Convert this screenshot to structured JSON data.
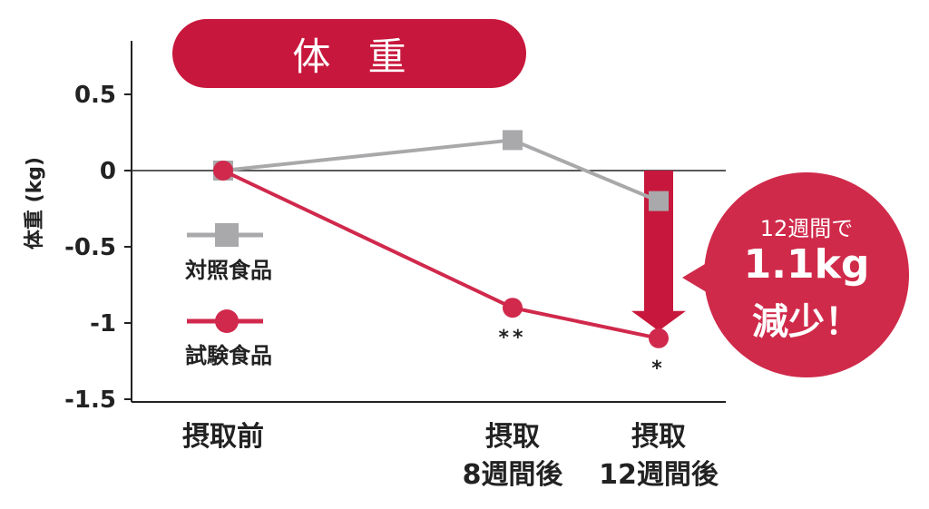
{
  "title": "体 重",
  "chart_data": {
    "type": "line",
    "ylabel": "体重 (kg)",
    "xlabel": "",
    "ylim": [
      -1.5,
      0.8
    ],
    "yticks": [
      {
        "value": 0.5,
        "label": "0.5"
      },
      {
        "value": 0,
        "label": "0"
      },
      {
        "value": -0.5,
        "label": "-0.5"
      },
      {
        "value": -1,
        "label": "-1"
      },
      {
        "value": -1.5,
        "label": "-1.5"
      }
    ],
    "categories": [
      {
        "line1": "摂取前",
        "line2": ""
      },
      {
        "line1": "摂取",
        "line2": "8週間後"
      },
      {
        "line1": "摂取",
        "line2": "12週間後"
      }
    ],
    "series": [
      {
        "name": "対照食品",
        "color": "#a9a9ab",
        "marker": "square",
        "values": [
          0,
          0.2,
          -0.2
        ]
      },
      {
        "name": "試験食品",
        "color": "#d0294c",
        "marker": "circle",
        "values": [
          0,
          -0.9,
          -1.1
        ]
      }
    ],
    "significance": [
      "",
      "**",
      "*"
    ],
    "legend_position": "left-middle",
    "grid": false
  },
  "callout": {
    "line1": "12週間で",
    "line2": "1.1kg",
    "line3": "減少！"
  },
  "colors": {
    "accent": "#c8173c",
    "arrow": "#c8173c",
    "axis": "#222222"
  }
}
